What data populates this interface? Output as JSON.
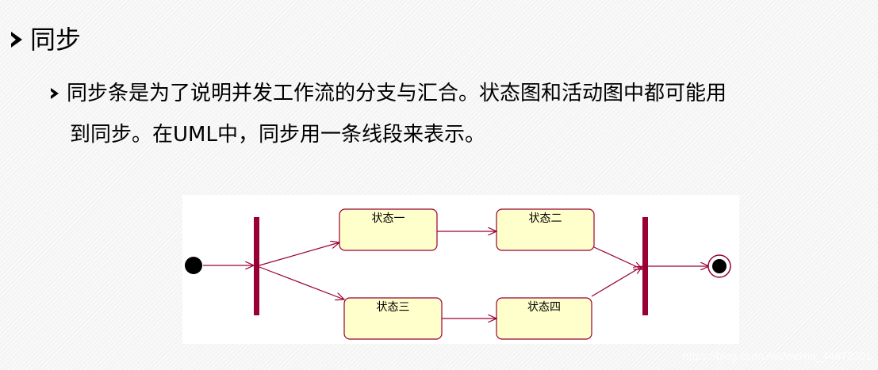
{
  "heading": {
    "title": "同步"
  },
  "paragraph": {
    "line1": "同步条是为了说明并发工作流的分支与汇合。状态图和活动图中都可能用",
    "line2": "到同步。在UML中，同步用一条线段来表示。"
  },
  "diagram": {
    "states": [
      {
        "id": "s1",
        "label": "状态一"
      },
      {
        "id": "s2",
        "label": "状态二"
      },
      {
        "id": "s3",
        "label": "状态三"
      },
      {
        "id": "s4",
        "label": "状态四"
      }
    ],
    "colors": {
      "sync_bar": "#990033",
      "state_fill": "#ffffcc",
      "state_border": "#990033",
      "arrow": "#990033",
      "node": "#000000"
    }
  },
  "watermark": {
    "text": "https://blog.csdn.net/weixin_44672301"
  }
}
